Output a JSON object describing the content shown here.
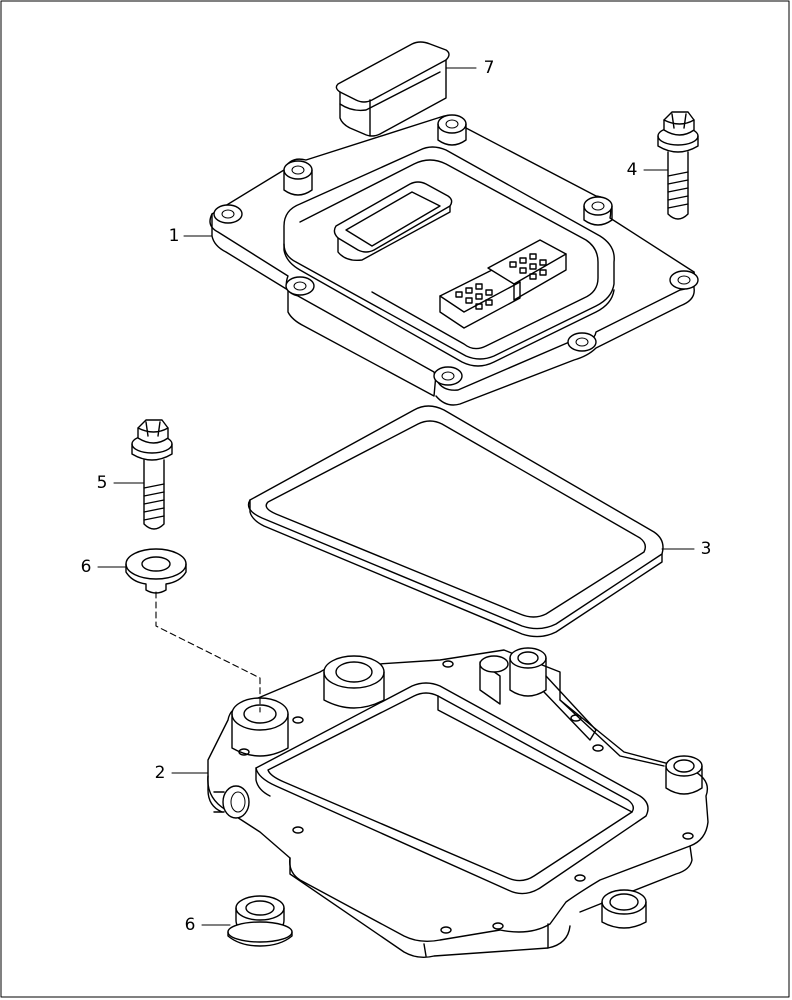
{
  "callouts": [
    {
      "id": "1",
      "label": "1"
    },
    {
      "id": "2",
      "label": "2"
    },
    {
      "id": "3",
      "label": "3"
    },
    {
      "id": "4",
      "label": "4"
    },
    {
      "id": "5",
      "label": "5"
    },
    {
      "id": "6a",
      "label": "6"
    },
    {
      "id": "6b",
      "label": "6"
    },
    {
      "id": "7",
      "label": "7"
    }
  ]
}
